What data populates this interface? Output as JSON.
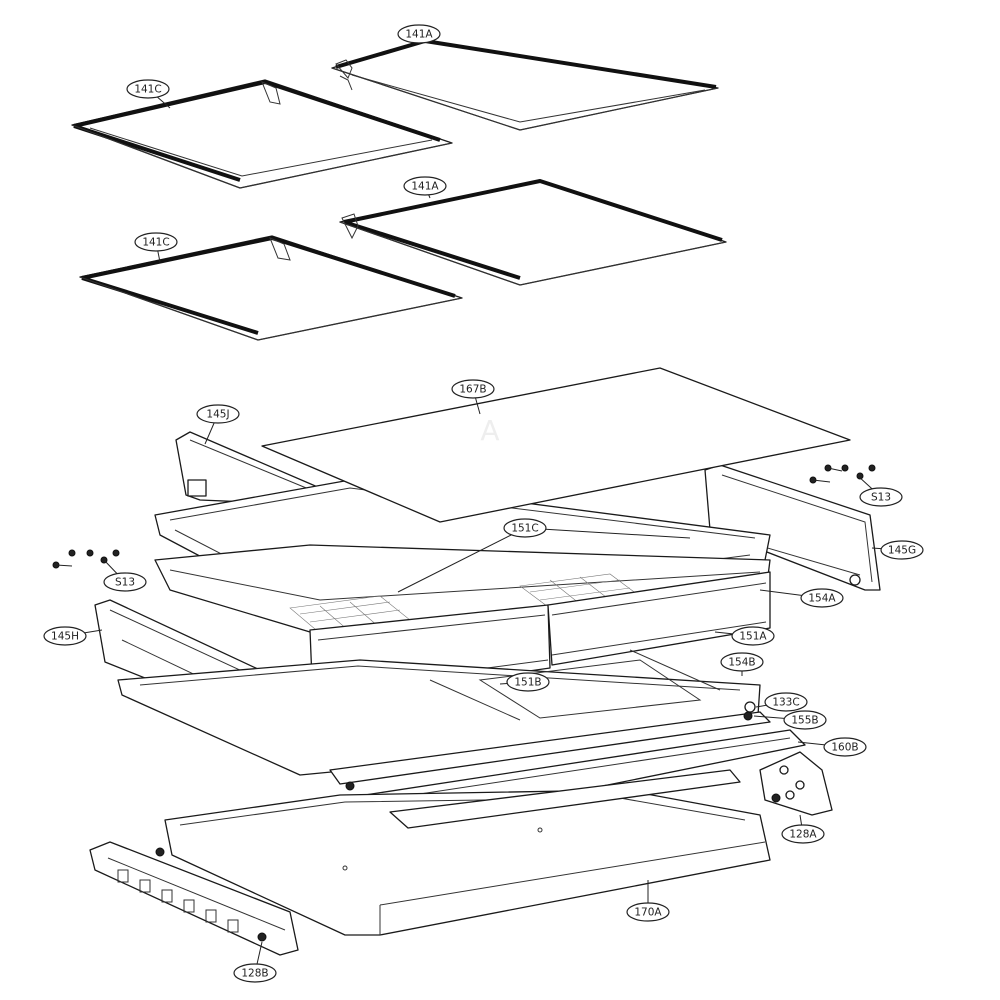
{
  "diagram": {
    "parts": [
      {
        "id": "141a_top",
        "label": "141A",
        "kind": "glass-shelf"
      },
      {
        "id": "141c_top",
        "label": "141C",
        "kind": "glass-shelf"
      },
      {
        "id": "141a_mid",
        "label": "141A",
        "kind": "glass-shelf"
      },
      {
        "id": "141c_mid",
        "label": "141C",
        "kind": "glass-shelf"
      },
      {
        "id": "167b",
        "label": "167B",
        "kind": "cover-plate"
      },
      {
        "id": "145j",
        "label": "145J",
        "kind": "side-rail"
      },
      {
        "id": "s13_right",
        "label": "S13",
        "kind": "screws"
      },
      {
        "id": "s13_left",
        "label": "S13",
        "kind": "screws"
      },
      {
        "id": "151c",
        "label": "151C",
        "kind": "crisper-cover"
      },
      {
        "id": "145g",
        "label": "145G",
        "kind": "side-rail"
      },
      {
        "id": "154a",
        "label": "154A",
        "kind": "crisper-drawer"
      },
      {
        "id": "145h",
        "label": "145H",
        "kind": "side-rail"
      },
      {
        "id": "151a",
        "label": "151A",
        "kind": "drawer"
      },
      {
        "id": "151b",
        "label": "151B",
        "kind": "drawer"
      },
      {
        "id": "154b",
        "label": "154B",
        "kind": "frame"
      },
      {
        "id": "133c",
        "label": "133C",
        "kind": "roller"
      },
      {
        "id": "155b",
        "label": "155B",
        "kind": "roller"
      },
      {
        "id": "160b",
        "label": "160B",
        "kind": "cover"
      },
      {
        "id": "128a",
        "label": "128A",
        "kind": "bracket"
      },
      {
        "id": "170a",
        "label": "170A",
        "kind": "pantry-drawer"
      },
      {
        "id": "128b",
        "label": "128B",
        "kind": "bracket"
      }
    ]
  }
}
